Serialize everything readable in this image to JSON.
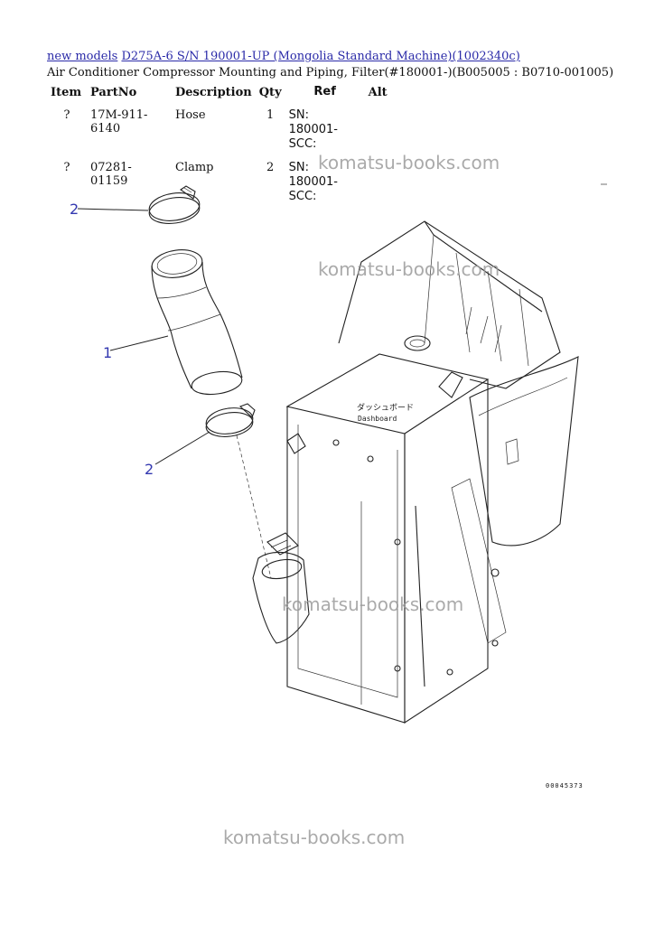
{
  "breadcrumb": {
    "link1": "new models",
    "link2": "D275A-6 S/N 190001-UP (Mongolia Standard Machine)(1002340c)"
  },
  "subtitle": "Air Conditioner Compressor Mounting and Piping, Filter(#180001-)(B005005 : B0710-001005)",
  "table": {
    "headers": [
      "Item",
      "PartNo",
      "Description",
      "Qty",
      "Ref",
      "Alt"
    ],
    "rows": [
      {
        "item": "?",
        "partno": "17M-911-6140",
        "description": "Hose",
        "qty": "1",
        "ref": "SN: 180001-SCC:",
        "alt": ""
      },
      {
        "item": "?",
        "partno": "07281-01159",
        "description": "Clamp",
        "qty": "2",
        "ref": "SN: 180001-SCC:",
        "alt": ""
      }
    ]
  },
  "diagram": {
    "callouts": [
      "2",
      "1",
      "2"
    ],
    "japanese_label": "ダッシュボード",
    "english_label": "Dashboard",
    "drawing_code": "00045373"
  },
  "watermarks": [
    "komatsu-books.com",
    "komatsu-books.com",
    "komatsu-books.com",
    "komatsu-books.com"
  ],
  "colors": {
    "link": "#2a2aa8",
    "callout": "#3338b0",
    "watermark": "#9c9c9c"
  }
}
